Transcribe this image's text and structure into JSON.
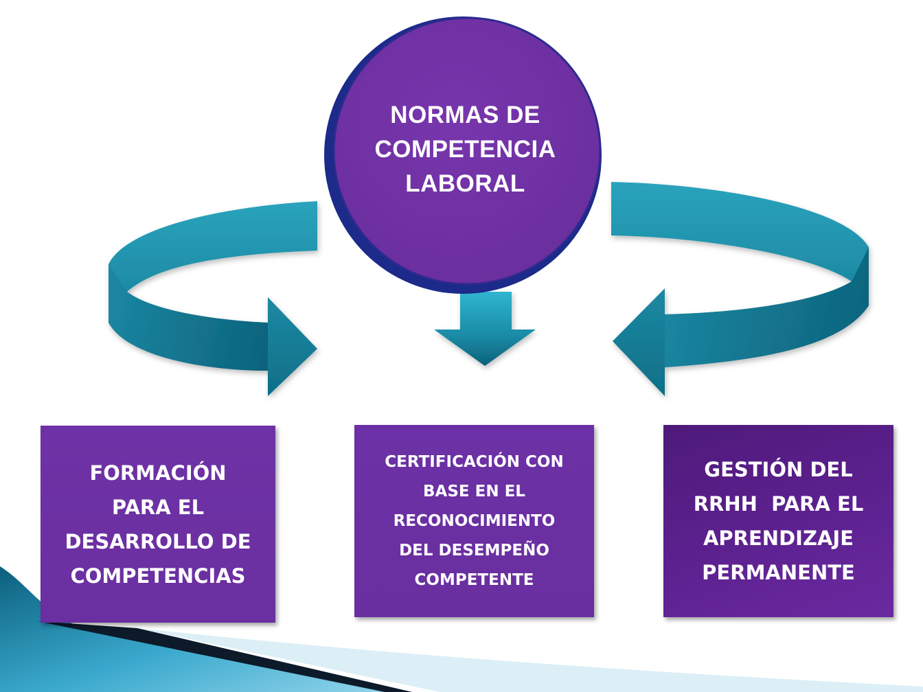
{
  "center_node": {
    "lines": [
      "NORMAS DE",
      "COMPETENCIA",
      "LABORAL"
    ]
  },
  "boxes": {
    "left": {
      "lines": [
        "FORMACIÓN",
        "PARA EL",
        "DESARROLLO DE",
        "COMPETENCIAS"
      ]
    },
    "center": {
      "lines": [
        "CERTIFICACIÓN CON",
        "BASE EN EL",
        "RECONOCIMIENTO",
        "DEL DESEMPEÑO",
        "COMPETENTE"
      ]
    },
    "right": {
      "lines": [
        "GESTIÓN DEL",
        "RRHH  PARA EL",
        "APRENDIZAJE",
        "PERMANENTE"
      ]
    }
  },
  "colors": {
    "circle_fill": "#6f31a3",
    "circle_rim": "#1c2a8a",
    "arrow_teal": "#1e8fa8",
    "box_purple": "#6c31a6",
    "box_dark_purple": "#561e86"
  },
  "icons": {
    "curved_left_arrow": "curved-arrow-right-icon",
    "curved_right_arrow": "curved-arrow-left-icon",
    "down_arrow": "down-arrow-icon"
  }
}
